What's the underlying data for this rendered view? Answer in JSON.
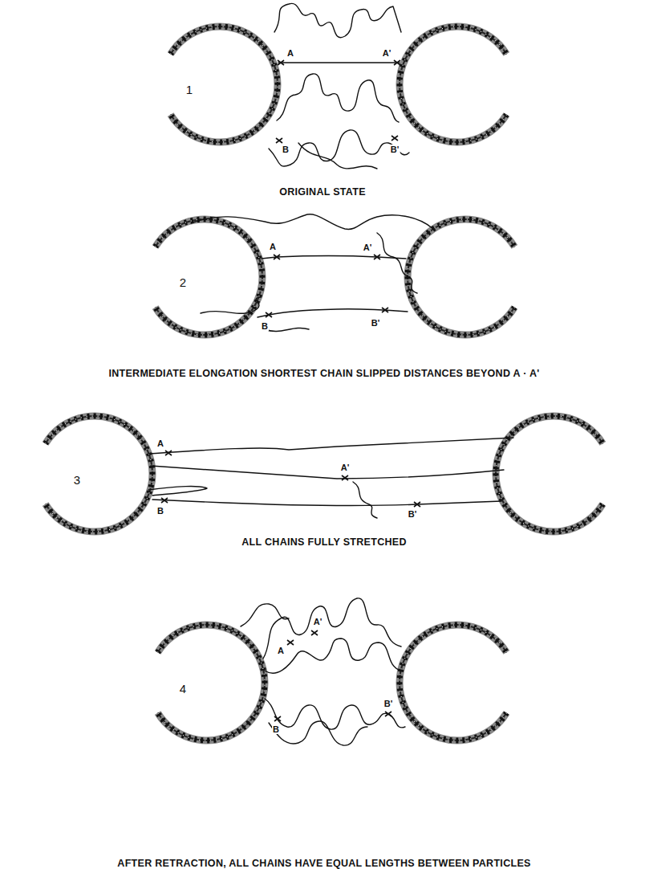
{
  "diagram": {
    "labels": [
      "1",
      "A",
      "A'",
      "B",
      "B'",
      "ORIGINAL STATE",
      "2",
      "A",
      "A'",
      "B",
      "B'",
      "INTERMEDIATE ELONGATION SHORTEST CHAIN SLIPPED DISTANCES BEYOND A · A'",
      "3",
      "A",
      "A'",
      "B",
      "B'",
      "ALL CHAINS FULLY STRETCHED",
      "4",
      "A",
      "A'",
      "B",
      "B'",
      "AFTER RETRACTION, ALL CHAINS HAVE EQUAL LENGTHS BETWEEN PARTICLES"
    ]
  }
}
